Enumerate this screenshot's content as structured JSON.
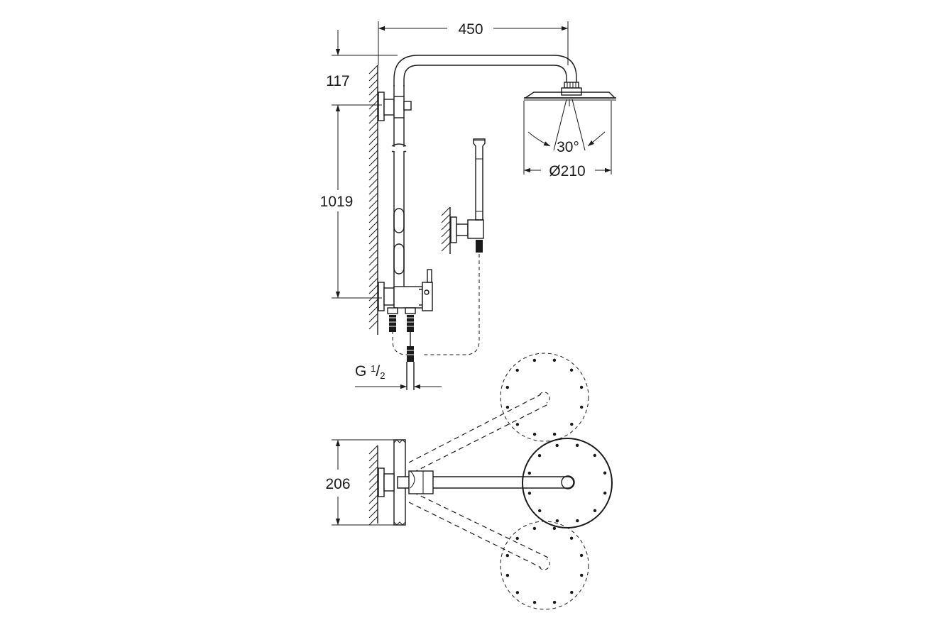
{
  "dimensions": {
    "arm_length": "450",
    "top_offset": "117",
    "column_height": "1019",
    "spray_angle": "30°",
    "head_diameter": "Ø210",
    "connection_prefix": "G ",
    "connection_num": "1",
    "connection_den": "2",
    "swivel_depth": "206"
  },
  "colors": {
    "line": "#1a1a1a",
    "background": "#ffffff"
  }
}
